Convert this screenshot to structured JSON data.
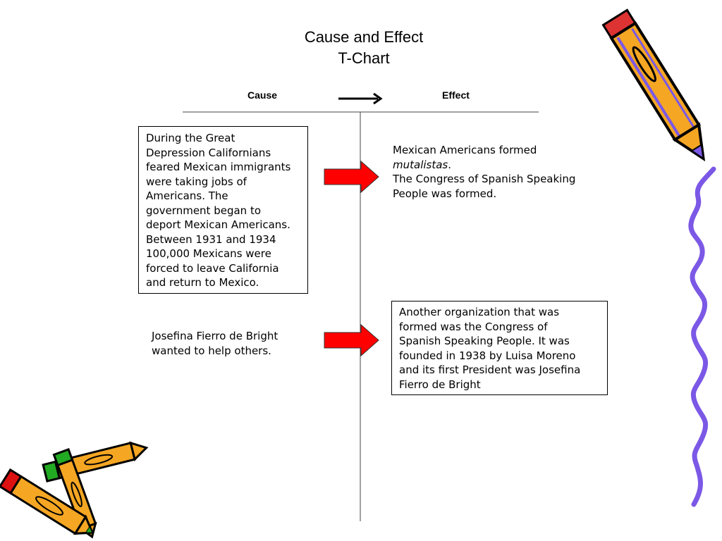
{
  "title": {
    "line1": "Cause and Effect",
    "line2": "T-Chart"
  },
  "headers": {
    "cause": "Cause",
    "effect": "Effect"
  },
  "rows": [
    {
      "cause_lines": [
        "During the Great",
        "Depression Californians",
        "feared Mexican immigrants",
        "were taking jobs of",
        "Americans. The",
        "government began to",
        "deport Mexican Americans.",
        "Between 1931 and 1934",
        "100,000 Mexicans were",
        "forced to leave California",
        "and return to Mexico."
      ],
      "effect": {
        "line1": "Mexican Americans formed",
        "line2_italic": "mutalistas",
        "line2_rest": ".",
        "line3": "The Congress of Spanish Speaking",
        "line4": "People was formed."
      }
    },
    {
      "cause_lines": [
        "Josefina Fierro de Bright",
        "wanted to help others."
      ],
      "effect_lines": [
        "Another organization that was",
        "formed was the Congress of",
        "Spanish Speaking People.  It was",
        "founded in 1938 by Luisa Moreno",
        "and its first President was Josefina",
        "Fierro de Bright"
      ]
    }
  ],
  "colors": {
    "arrow_red": "#ff0000",
    "pencil_orange": "#f5a623",
    "pencil_edge": "#7b58e6",
    "squiggle": "#7b58e6",
    "eraser_green": "#22aa22",
    "eraser_red": "#dd1111"
  },
  "icons": [
    "right-arrow-icon",
    "pencil-icon",
    "crossed-pencils-icon",
    "squiggle-line-icon"
  ]
}
